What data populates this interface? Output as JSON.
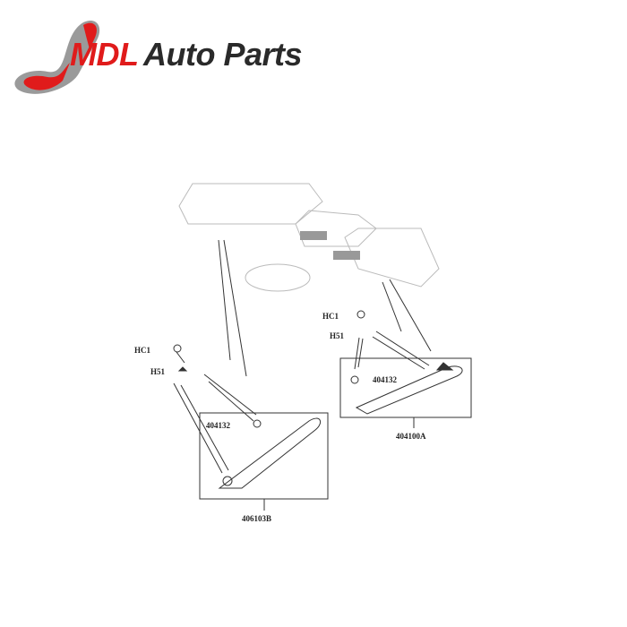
{
  "logo": {
    "brand_prefix": "MDL",
    "brand_suffix": "Auto Parts",
    "accent_color": "#e01b1b"
  },
  "diagram": {
    "left_assembly": {
      "hc": "HC1",
      "h51": "H51",
      "clip": "404132",
      "part": "406103B"
    },
    "right_assembly": {
      "hc": "HC1",
      "h51": "H51",
      "clip": "404132",
      "part": "404100A"
    }
  }
}
